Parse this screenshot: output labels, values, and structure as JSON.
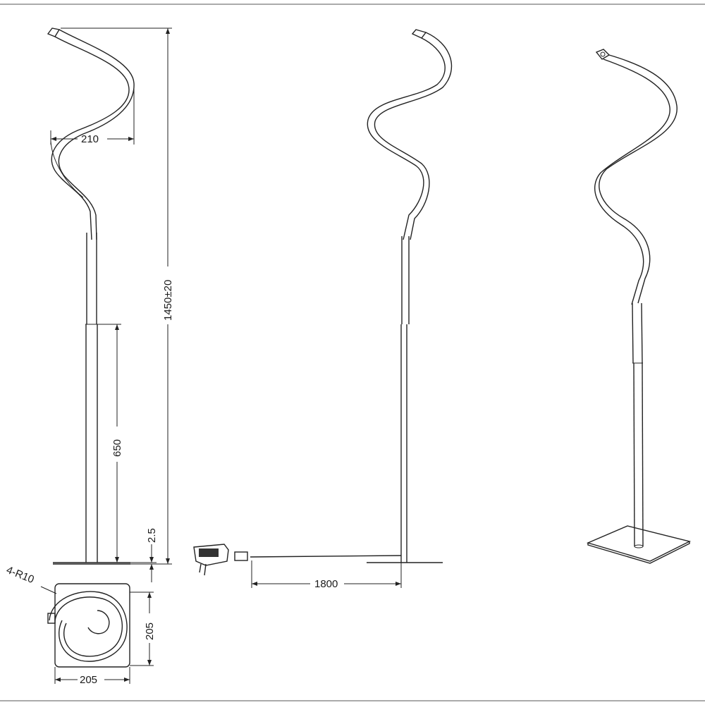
{
  "dimensions": {
    "spiral_width": "210",
    "total_height": "1450±20",
    "lower_tube_height": "650",
    "base_thickness": "2.5",
    "cable_length": "1800",
    "base_width": "205",
    "base_depth": "205",
    "corner_radius": "4-R10"
  }
}
